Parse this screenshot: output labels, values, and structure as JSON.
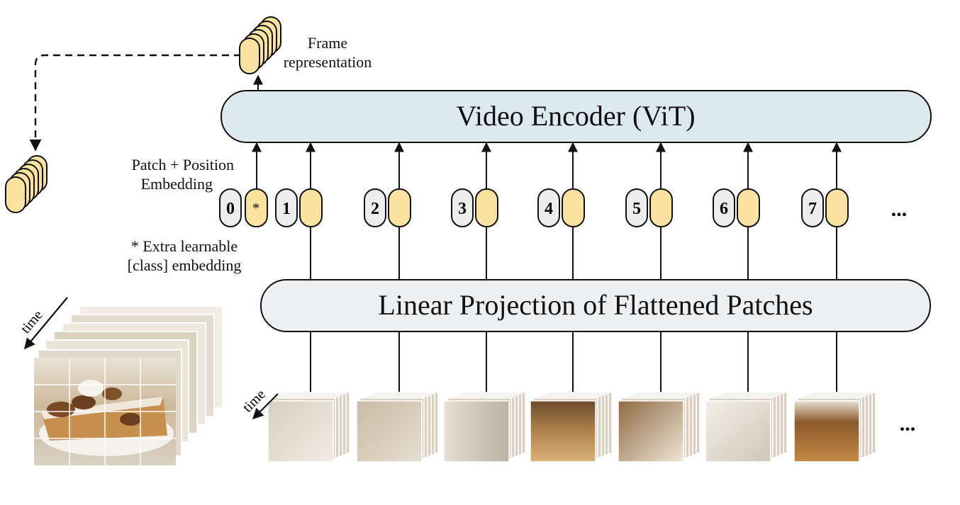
{
  "encoder": {
    "label": "Video Encoder (ViT)"
  },
  "projection": {
    "label": "Linear Projection of Flattened Patches"
  },
  "frame_rep": {
    "line1": "Frame",
    "line2": "representation"
  },
  "patch_pos": {
    "line1": "Patch + Position",
    "line2": "Embedding"
  },
  "extra": {
    "line1": "* Extra learnable",
    "line2": "[class] embedding"
  },
  "class_token": {
    "index": "0",
    "symbol": "*"
  },
  "tokens": [
    "1",
    "2",
    "3",
    "4",
    "5",
    "6",
    "7"
  ],
  "ellipsis": "...",
  "time_label": "time",
  "colors": {
    "encoder_fill": "#dce9f0",
    "projection_fill": "#eeeff0",
    "token_yellow": "#fae3a0",
    "token_gray": "#ededed",
    "stroke": "#111111"
  },
  "patch_tones": [
    "light-cream",
    "cream",
    "blurred",
    "pecan",
    "pecan-white",
    "plate",
    "pie-crust"
  ]
}
